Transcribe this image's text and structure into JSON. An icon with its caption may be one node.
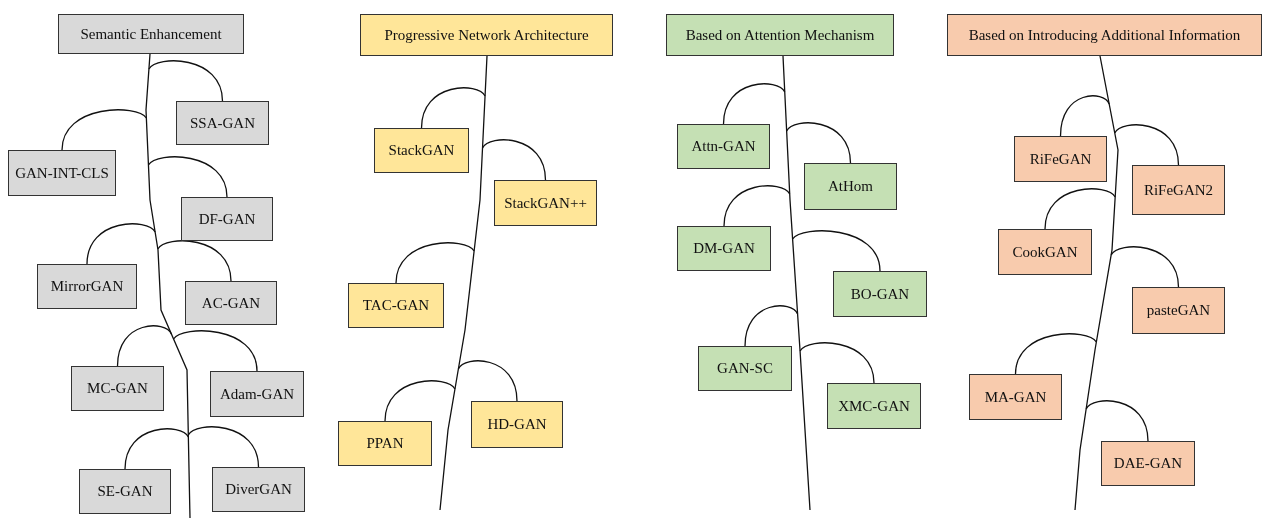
{
  "diagram": {
    "nodes": [
      {
        "text": [
          "Semantic Enhancement"
        ]
      },
      {
        "text": [
          "SSA-GAN"
        ]
      },
      {
        "text": [
          "GAN-INT-CLS"
        ]
      },
      {
        "text": [
          "DF-GAN"
        ]
      },
      {
        "text": [
          "MirrorGAN"
        ]
      },
      {
        "text": [
          "AC-GAN"
        ]
      },
      {
        "text": [
          "MC-GAN"
        ]
      },
      {
        "text": [
          "Adam-GAN"
        ]
      },
      {
        "text": [
          "SE-GAN"
        ]
      },
      {
        "text": [
          "DiverGAN"
        ]
      },
      {
        "text": [
          "Progressive Network Architecture"
        ]
      },
      {
        "text": [
          "StackGAN"
        ]
      },
      {
        "text": [
          "StackGAN++"
        ]
      },
      {
        "text": [
          "TAC-GAN"
        ]
      },
      {
        "text": [
          "PPAN"
        ]
      },
      {
        "text": [
          "HD-GAN"
        ]
      },
      {
        "text": [
          "Based on Attention Mechanism"
        ]
      },
      {
        "text": [
          "Attn-GAN"
        ]
      },
      {
        "text": [
          "AtHom"
        ]
      },
      {
        "text": [
          "DM-GAN"
        ]
      },
      {
        "text": [
          "BO-GAN"
        ]
      },
      {
        "text": [
          "GAN-SC"
        ]
      },
      {
        "text": [
          "XMC-GAN"
        ]
      },
      {
        "text": [
          "Based on Introducing Additional Information"
        ]
      },
      {
        "text": [
          "RiFeGAN"
        ]
      },
      {
        "text": [
          "RiFeGAN2"
        ]
      },
      {
        "text": [
          "CookGAN"
        ]
      },
      {
        "text": [
          "pasteGAN"
        ]
      },
      {
        "text": [
          "MA-GAN"
        ]
      },
      {
        "text": [
          "DAE-GAN"
        ]
      }
    ],
    "edges": [
      {
        "from": 0,
        "to": 1,
        "arrow": "none"
      },
      {
        "from": 0,
        "to": 2,
        "arrow": "none"
      },
      {
        "from": 0,
        "to": 3,
        "arrow": "none"
      },
      {
        "from": 0,
        "to": 4,
        "arrow": "none"
      },
      {
        "from": 0,
        "to": 5,
        "arrow": "none"
      },
      {
        "from": 0,
        "to": 6,
        "arrow": "none"
      },
      {
        "from": 0,
        "to": 7,
        "arrow": "none"
      },
      {
        "from": 0,
        "to": 8,
        "arrow": "none"
      },
      {
        "from": 0,
        "to": 9,
        "arrow": "none"
      },
      {
        "from": 10,
        "to": 11,
        "arrow": "none"
      },
      {
        "from": 10,
        "to": 12,
        "arrow": "none"
      },
      {
        "from": 10,
        "to": 13,
        "arrow": "none"
      },
      {
        "from": 10,
        "to": 14,
        "arrow": "none"
      },
      {
        "from": 10,
        "to": 15,
        "arrow": "none"
      },
      {
        "from": 16,
        "to": 17,
        "arrow": "none"
      },
      {
        "from": 16,
        "to": 18,
        "arrow": "none"
      },
      {
        "from": 16,
        "to": 19,
        "arrow": "none"
      },
      {
        "from": 16,
        "to": 20,
        "arrow": "none"
      },
      {
        "from": 16,
        "to": 21,
        "arrow": "none"
      },
      {
        "from": 16,
        "to": 22,
        "arrow": "none"
      },
      {
        "from": 23,
        "to": 24,
        "arrow": "none"
      },
      {
        "from": 23,
        "to": 25,
        "arrow": "none"
      },
      {
        "from": 23,
        "to": 26,
        "arrow": "none"
      },
      {
        "from": 23,
        "to": 27,
        "arrow": "none"
      },
      {
        "from": 23,
        "to": 28,
        "arrow": "none"
      },
      {
        "from": 23,
        "to": 29,
        "arrow": "none"
      }
    ]
  }
}
